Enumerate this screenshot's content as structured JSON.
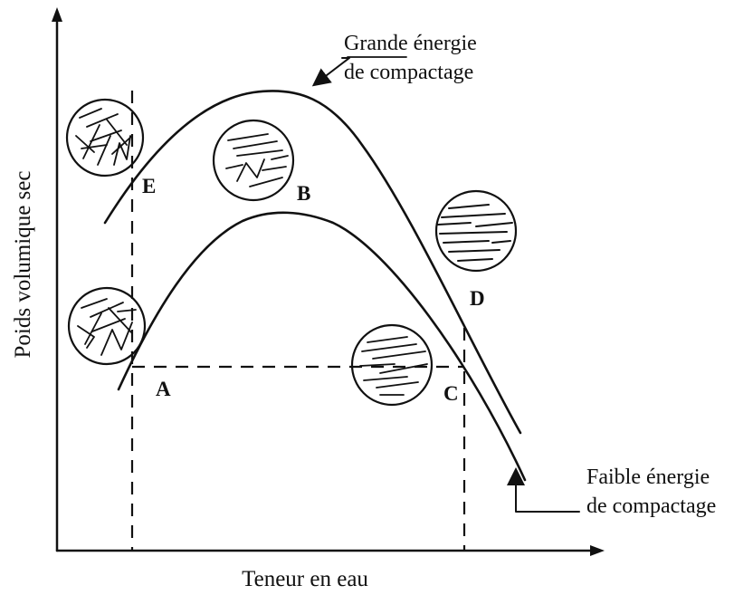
{
  "axes": {
    "x_label": "Teneur en eau",
    "y_label": "Poids volumique sec"
  },
  "curves": {
    "high_energy": {
      "label_line1": "Grande énergie",
      "label_line2": "de compactage"
    },
    "low_energy": {
      "label_line1": "Faible énergie",
      "label_line2": "de compactage"
    }
  },
  "points": {
    "A": "A",
    "B": "B",
    "C": "C",
    "D": "D",
    "E": "E"
  }
}
